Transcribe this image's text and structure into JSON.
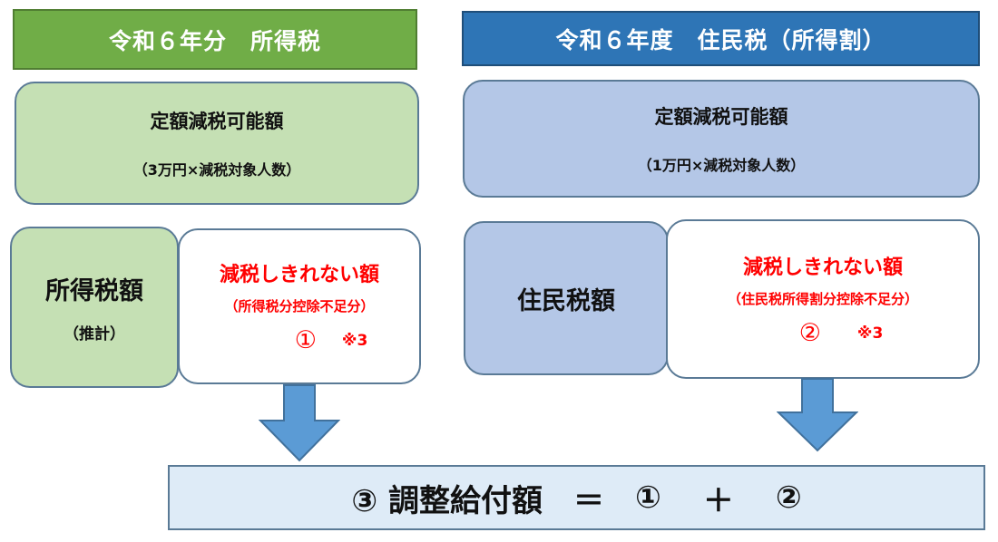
{
  "left": {
    "header": "令和６年分　所得税",
    "top_box": {
      "main": "定額減税可能額",
      "sub": "（3万円×減税対象人数）"
    },
    "tax_box": {
      "main": "所得税額",
      "sub": "（推計）"
    },
    "shortfall_box": {
      "title": "減税しきれない額",
      "sub": "（所得税分控除不足分）",
      "number": "①",
      "note": "※3"
    }
  },
  "right": {
    "header": "令和６年度　住民税（所得割）",
    "top_box": {
      "main": "定額減税可能額",
      "sub": "（1万円×減税対象人数）"
    },
    "tax_box": {
      "main": "住民税額"
    },
    "shortfall_box": {
      "title": "減税しきれない額",
      "sub": "（住民税所得割分控除不足分）",
      "number": "②",
      "note": "※3"
    }
  },
  "result": {
    "label": "③ 調整給付額",
    "equals": "＝",
    "term1": "①",
    "plus": "＋",
    "term2": "②"
  },
  "colors": {
    "green_header": "#70ad47",
    "blue_header": "#2e75b6",
    "green_box": "#c5e0b4",
    "blue_box": "#b4c7e7",
    "result_box": "#deebf7",
    "arrow": "#5b9bd5",
    "emphasis_red": "#ff0000"
  }
}
